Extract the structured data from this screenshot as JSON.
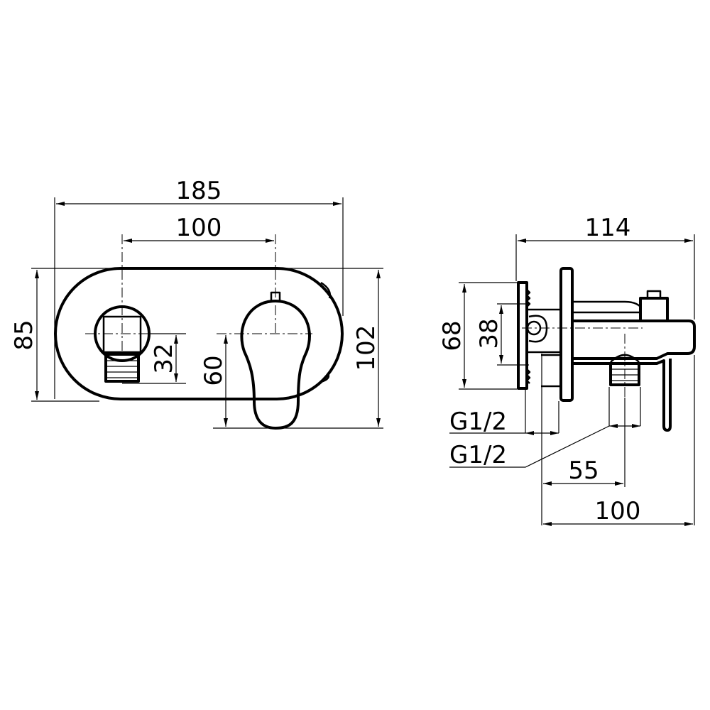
{
  "drawing": {
    "front_view": {
      "width_overall": "185",
      "centers": "100",
      "height_plate": "85",
      "height_overall": "102",
      "outlet_offset": "32",
      "lever_offset": "60"
    },
    "side_view": {
      "depth_overall": "114",
      "box_height": "68",
      "box_inner": "38",
      "thread_1": "G1/2",
      "thread_2": "G1/2",
      "outlet_depth": "55",
      "body_depth": "100"
    }
  }
}
